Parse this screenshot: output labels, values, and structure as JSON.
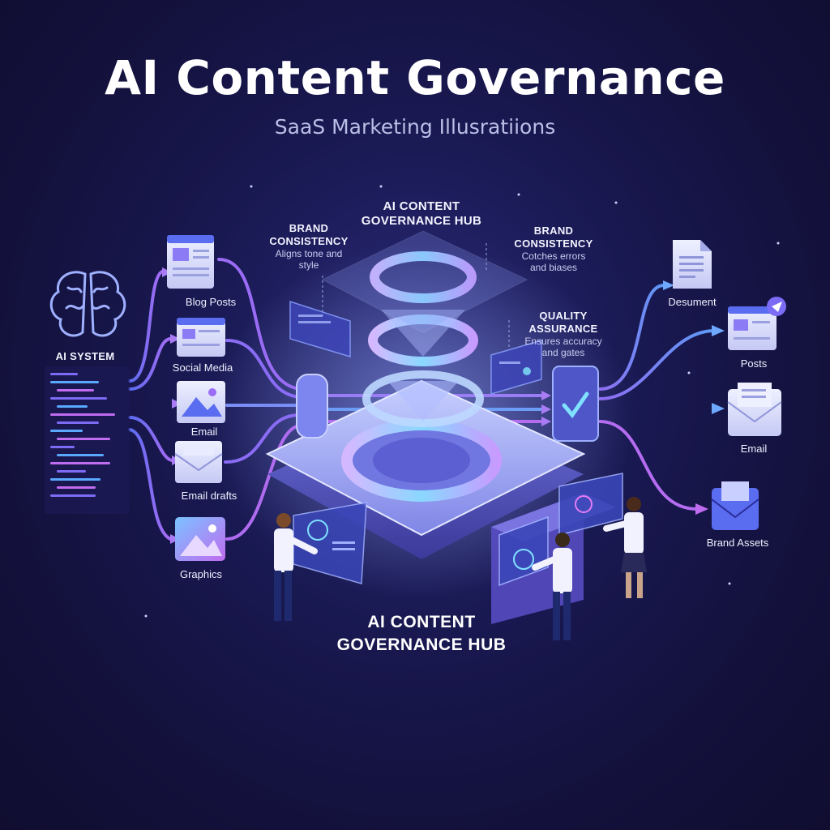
{
  "header": {
    "title": "AI Content Governance",
    "subtitle": "SaaS Marketing Illusratiions"
  },
  "ai_system": {
    "label": "AI SYSTEM",
    "icon": "brain-icon"
  },
  "inputs": [
    {
      "label": "Blog Posts",
      "icon": "document-card-icon"
    },
    {
      "label": "Social Media",
      "icon": "document-card-icon"
    },
    {
      "label": "Email",
      "icon": "image-card-icon"
    },
    {
      "label": "Email drafts",
      "icon": "envelope-icon"
    },
    {
      "label": "Graphics",
      "icon": "image-icon"
    }
  ],
  "hub": {
    "top_heading": "AI CONTENT GOVERNANCE HUB",
    "bottom_heading_line1": "AI CONTENT",
    "bottom_heading_line2": "GOVERNANCE HUB"
  },
  "callouts": [
    {
      "heading_line1": "BRAND",
      "heading_line2": "CONSISTENCY",
      "desc_line1": "Aligns tone and",
      "desc_line2": "style"
    },
    {
      "heading_line1": "BRAND",
      "heading_line2": "CONSISTENCY",
      "desc_line1": "Cotches errors",
      "desc_line2": "and biases"
    },
    {
      "heading_line1": "QUALITY",
      "heading_line2": "ASSURANCE",
      "desc_line1": "Ensures accuracy",
      "desc_line2": "and gates"
    }
  ],
  "outputs": [
    {
      "label": "Desument",
      "icon": "document-icon"
    },
    {
      "label": "Posts",
      "icon": "document-card-icon"
    },
    {
      "label": "Email",
      "icon": "envelope-icon"
    },
    {
      "label": "Brand Assets",
      "icon": "envelope-icon"
    }
  ],
  "colors": {
    "background": "#14123f",
    "accent_purple": "#9b5cf0",
    "accent_blue": "#5a8cf5",
    "accent_cyan": "#79d6ff"
  }
}
